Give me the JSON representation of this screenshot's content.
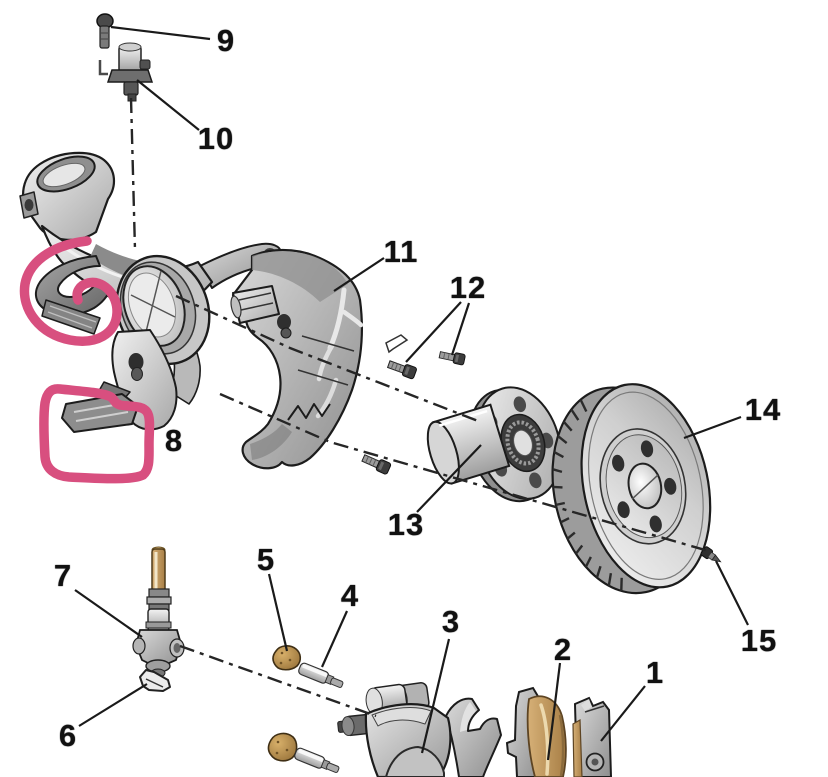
{
  "figure": {
    "kind": "exploded-parts-diagram",
    "subject": "front wheel brake and steering knuckle assembly",
    "background": "#ffffff"
  },
  "colors": {
    "outline": "#1c1c1c",
    "metal_light": "#ececec",
    "metal_mid": "#b5b5b5",
    "metal_dark": "#6f6f6f",
    "tan": "#c49a62",
    "brass": "#b0874a",
    "highlight_pink": "#d84f7f"
  },
  "callouts": [
    {
      "label": "1",
      "part": "outer-brake-pad"
    },
    {
      "label": "2",
      "part": "inner-brake-pad"
    },
    {
      "label": "3",
      "part": "brake-caliper"
    },
    {
      "label": "4",
      "part": "guide-pin"
    },
    {
      "label": "5",
      "part": "guide-pin-cap"
    },
    {
      "label": "6",
      "part": "clamp-pin"
    },
    {
      "label": "7",
      "part": "ball-joint"
    },
    {
      "label": "8",
      "part": "steering-knuckle"
    },
    {
      "label": "9",
      "part": "sensor-bolt"
    },
    {
      "label": "10",
      "part": "wheel-speed-sensor"
    },
    {
      "label": "11",
      "part": "splash-shield"
    },
    {
      "label": "12",
      "part": "shield-bolts"
    },
    {
      "label": "13",
      "part": "wheel-hub"
    },
    {
      "label": "14",
      "part": "brake-disc"
    },
    {
      "label": "15",
      "part": "disc-retaining-screw"
    }
  ],
  "annotations": {
    "pink_highlights": [
      {
        "shape": "freehand-loop",
        "around": "knuckle-fork-arm"
      },
      {
        "shape": "freehand-box",
        "around": "knuckle-lower-arm"
      }
    ]
  }
}
